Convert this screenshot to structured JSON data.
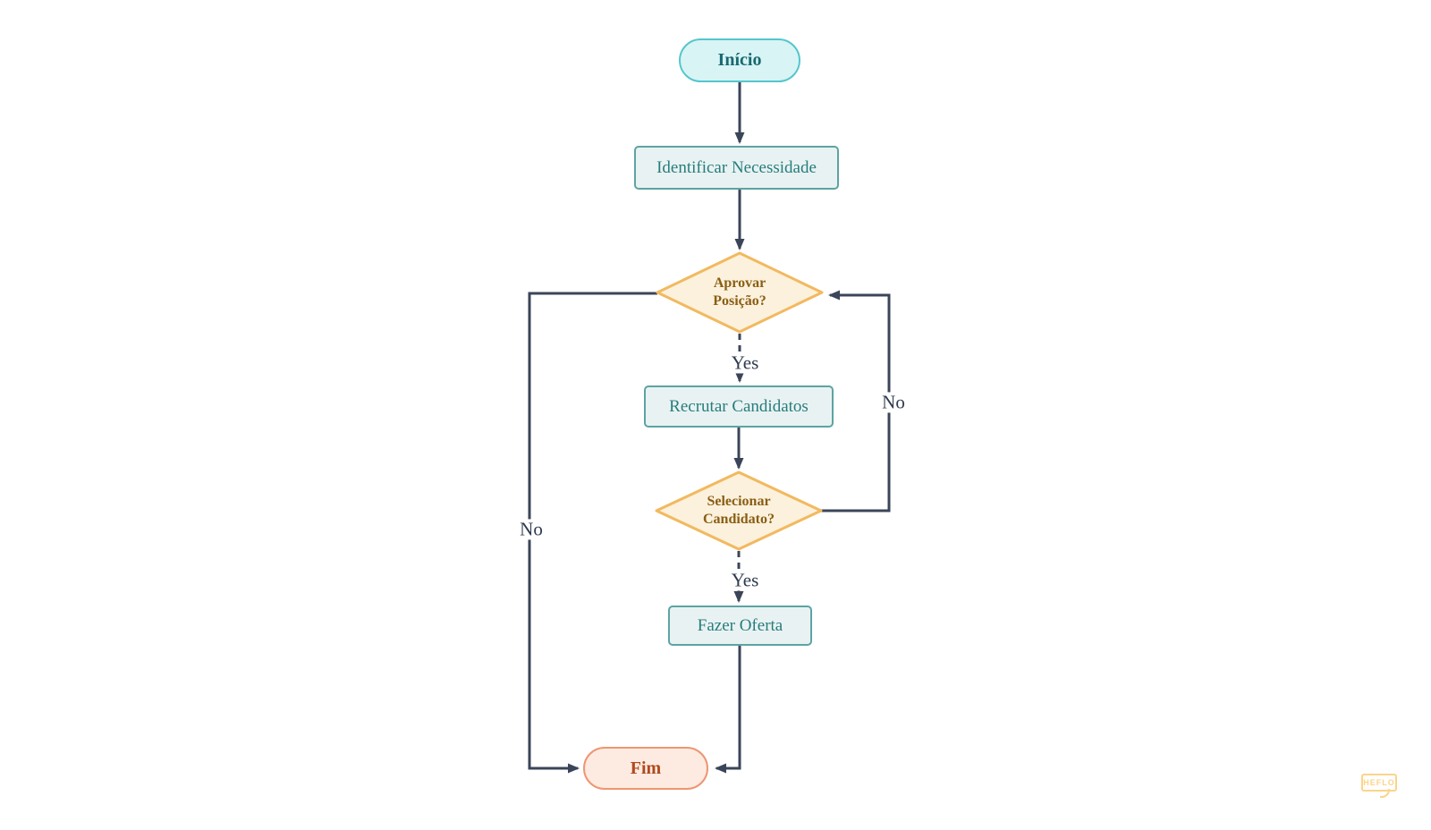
{
  "diagram": {
    "type": "flowchart",
    "nodes": {
      "start": {
        "label": "Início",
        "shape": "rounded-start",
        "fill": "#d8f4f5",
        "border": "#54c6cc",
        "text_color": "#186a70"
      },
      "identify": {
        "label": "Identificar Necessidade",
        "shape": "task",
        "fill": "#e9f2f2",
        "border": "#5da3a3",
        "text_color": "#267d7d"
      },
      "approve": {
        "label": "Aprovar Posição?",
        "shape": "decision",
        "fill": "#fbf1dd",
        "border": "#f2b95f",
        "text_color": "#8a5e13"
      },
      "recruit": {
        "label": "Recrutar Candidatos",
        "shape": "task",
        "fill": "#e9f2f2",
        "border": "#5da3a3",
        "text_color": "#267d7d"
      },
      "select": {
        "label": "Selecionar Candidato?",
        "shape": "decision",
        "fill": "#fbf1dd",
        "border": "#f2b95f",
        "text_color": "#8a5e13"
      },
      "offer": {
        "label": "Fazer Oferta",
        "shape": "task",
        "fill": "#e9f2f2",
        "border": "#5da3a3",
        "text_color": "#267d7d"
      },
      "end": {
        "label": "Fim",
        "shape": "rounded-end",
        "fill": "#fdebe1",
        "border": "#ee9672",
        "text_color": "#b04a1e"
      }
    },
    "edges": [
      {
        "from": "start",
        "to": "identify",
        "label": "",
        "style": "solid"
      },
      {
        "from": "identify",
        "to": "approve",
        "label": "",
        "style": "solid"
      },
      {
        "from": "approve",
        "to": "recruit",
        "label": "Yes",
        "style": "dashed"
      },
      {
        "from": "approve",
        "to": "end",
        "label": "No",
        "style": "solid"
      },
      {
        "from": "recruit",
        "to": "select",
        "label": "",
        "style": "solid"
      },
      {
        "from": "select",
        "to": "offer",
        "label": "Yes",
        "style": "dashed"
      },
      {
        "from": "select",
        "to": "approve",
        "label": "No",
        "style": "solid"
      },
      {
        "from": "offer",
        "to": "end",
        "label": "",
        "style": "solid"
      }
    ],
    "connector_color": "#3b4559",
    "edge_label_color": "#2e3a4e",
    "watermark": {
      "label": "HEFLO",
      "color": "#fbd48a"
    }
  }
}
